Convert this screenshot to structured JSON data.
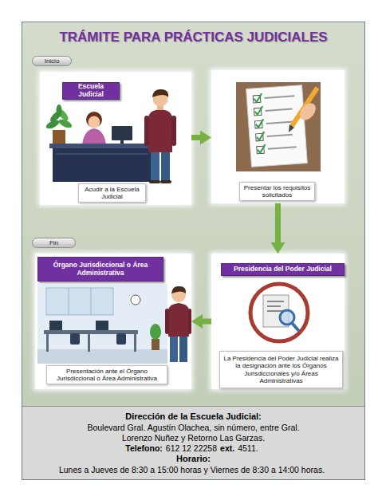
{
  "diagram": {
    "title": "TRÁMITE PARA PRÁCTICAS JUDICIALES",
    "nodes": [
      {
        "text": [
          "Inicio"
        ]
      },
      {
        "text": [
          "Escuela Judicial",
          "Acudir a la Escuela Judicial"
        ]
      },
      {
        "text": [
          "Presentar los requisitos solicitados"
        ]
      },
      {
        "text": [
          "Fin"
        ]
      },
      {
        "text": [
          "Órgano Jurisdiccional o Área Administrativa",
          "Presentación ante el Órgano Jurisdiccional o Área Administrativa"
        ]
      },
      {
        "text": [
          "Presidencia del Poder Judicial",
          "La Presidencia del Poder Judicial realiza la designación ante los Órganos Jurisdiccionales y/o Áreas Administrativas"
        ]
      },
      {
        "text": [
          "Dirección de la Escuela Judicial:",
          "Boulevard Gral. Agustín Olachea, sin número, entre Gral. Lorenzo Nuñez y Retorno Las Garzas.",
          "Telefono:",
          "612 12 22258",
          "ext.",
          "4511.",
          "Horario:",
          "Lunes a Jueves de 8:30 a 15:00 horas y Viernes de 8:30 a 14:00 horas."
        ]
      }
    ],
    "edges": [
      {
        "from": 1,
        "to": 2,
        "arrow": "to"
      },
      {
        "from": 2,
        "to": 5,
        "arrow": "to"
      },
      {
        "from": 5,
        "to": 4,
        "arrow": "to"
      }
    ]
  }
}
